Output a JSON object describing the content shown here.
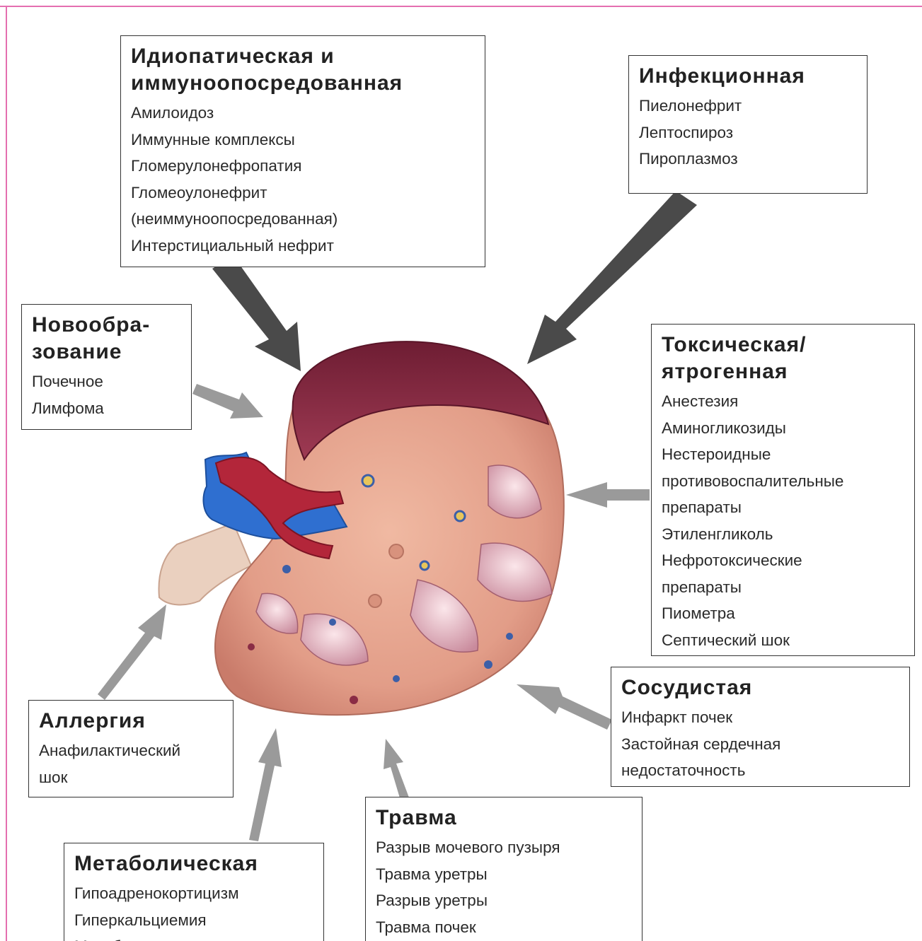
{
  "boxes": {
    "idiopathic": {
      "title": "Идиопатическая и\nиммуноопосредованная",
      "items": [
        "Амилоидоз",
        "Иммунные комплексы",
        "Гломерулонефропатия",
        "Гломеоулонефрит",
        "(неиммуноопосредованная)",
        "Интерстициальный нефрит"
      ]
    },
    "infectious": {
      "title": "Инфекционная",
      "items": [
        "Пиелонефрит",
        "Лептоспироз",
        "Пироплазмоз"
      ]
    },
    "neoplasm": {
      "title": "Новообра-\nзование",
      "items": [
        "Почечное",
        "Лимфома"
      ]
    },
    "toxic": {
      "title": "Токсическая/\nятрогенная",
      "items": [
        "Анестезия",
        "Аминогликозиды",
        "Нестероидные",
        "противовоспалительные",
        "препараты",
        "Этиленгликоль",
        "Нефротоксические",
        "препараты",
        "Пиометра",
        "Септический шок"
      ]
    },
    "vascular": {
      "title": "Сосудистая",
      "items": [
        "Инфаркт почек",
        "Застойная сердечная",
        "недостаточность"
      ]
    },
    "allergy": {
      "title": "Аллергия",
      "items": [
        "Анафилактический",
        "шок"
      ]
    },
    "trauma": {
      "title": "Травма",
      "items": [
        "Разрыв мочевого пузыря",
        "Травма уретры",
        "Разрыв уретры",
        "Травма почек"
      ]
    },
    "metabolic": {
      "title": "Метаболическая",
      "items": [
        "Гипоадренокортицизм",
        "Гиперкальциемия",
        "Метаболические"
      ]
    }
  },
  "colors": {
    "frame": "#e46fb0",
    "arrow_dark": "#4a4a4a",
    "arrow_light": "#9a9a9a",
    "capsule": "#8a2c45",
    "kidney_tissue": "#e2a08b",
    "vein": "#2f6fd0",
    "artery": "#b3263a",
    "ureter": "#e8c9b6"
  }
}
